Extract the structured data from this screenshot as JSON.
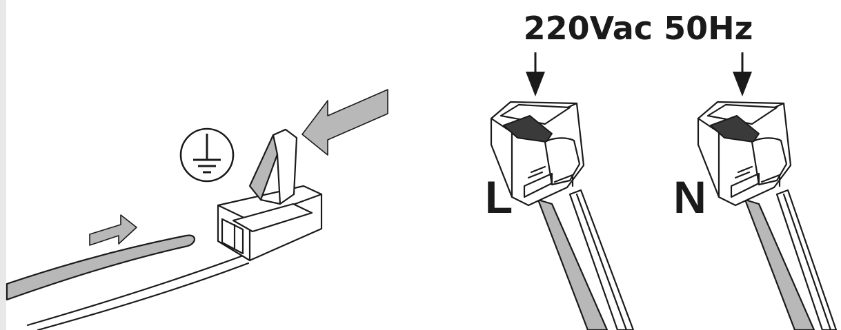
{
  "heading": {
    "text": "220Vac 50Hz"
  },
  "connectors": [
    {
      "label": "L"
    },
    {
      "label": "N"
    }
  ],
  "colors": {
    "outline": "#1a1a1a",
    "grey_fill": "#b8b8b8",
    "dark_lever": "#3a3a3a",
    "edge_strip": "#e8e8e8"
  },
  "icons": [
    "protective-earth-icon",
    "push-direction-arrow",
    "insert-direction-arrow",
    "down-arrow"
  ]
}
